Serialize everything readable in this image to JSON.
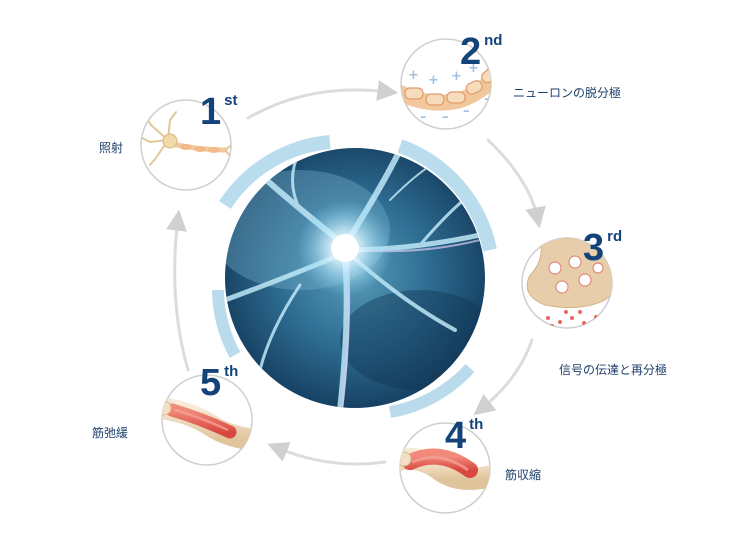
{
  "steps": [
    {
      "num": "1",
      "suffix": "st",
      "label": "照射",
      "icon": "neuron-icon"
    },
    {
      "num": "2",
      "suffix": "nd",
      "label": "ニューロンの脱分極",
      "icon": "axon-depolarization-icon"
    },
    {
      "num": "3",
      "suffix": "rd",
      "label": "信号の伝達と再分極",
      "icon": "synapse-icon"
    },
    {
      "num": "4",
      "suffix": "th",
      "label": "筋収縮",
      "icon": "contracted-muscle-icon"
    },
    {
      "num": "5",
      "suffix": "th",
      "label": "筋弛緩",
      "icon": "relaxed-muscle-icon"
    }
  ],
  "colors": {
    "accent": "#14437a",
    "cycle_arrow": "#d9d9d9",
    "muscle": "#e8685e",
    "bone": "#f1dcbf"
  }
}
